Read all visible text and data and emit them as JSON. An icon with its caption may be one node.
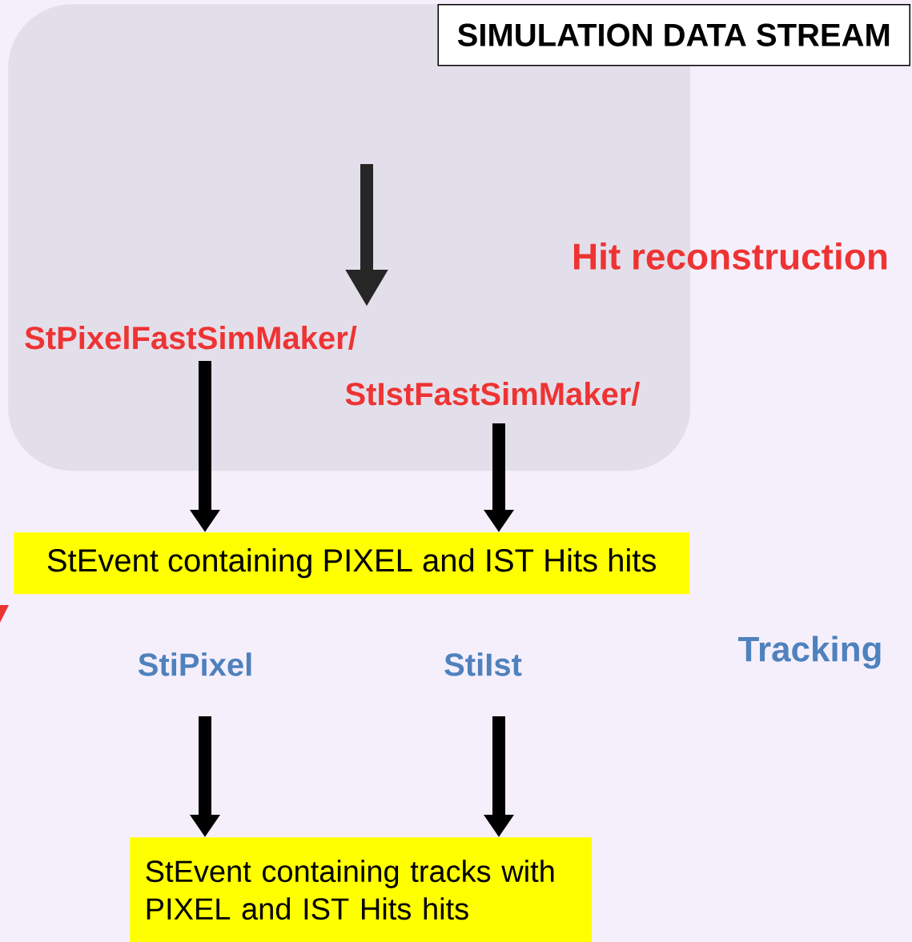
{
  "diagram": {
    "title": "SIMULATION DATA STREAM",
    "nodes": [
      {
        "text": [
          "Hit  reconstruction"
        ]
      },
      {
        "text": [
          "StPixelFastSimMaker/"
        ],
        "in": 0
      },
      {
        "text": [
          "StIstFastSimMaker/"
        ],
        "in": 0
      },
      {
        "text": [
          "StEvent containing PIXEL and IST Hits hits"
        ]
      },
      {
        "text": [
          "StiPixel"
        ]
      },
      {
        "text": [
          "StiIst"
        ]
      },
      {
        "text": [
          "StEvent containing tracks with PIXEL and IST Hits hits"
        ]
      }
    ],
    "edges": [
      {
        "from": null,
        "to": 1,
        "arrow": "to"
      },
      {
        "from": 1,
        "to": 3,
        "arrow": "to"
      },
      {
        "from": 2,
        "to": 3,
        "arrow": "to"
      },
      {
        "from": 4,
        "to": 6,
        "arrow": "to"
      },
      {
        "from": 5,
        "to": 6,
        "arrow": "to"
      }
    ],
    "labels": [
      "Tracking"
    ]
  }
}
